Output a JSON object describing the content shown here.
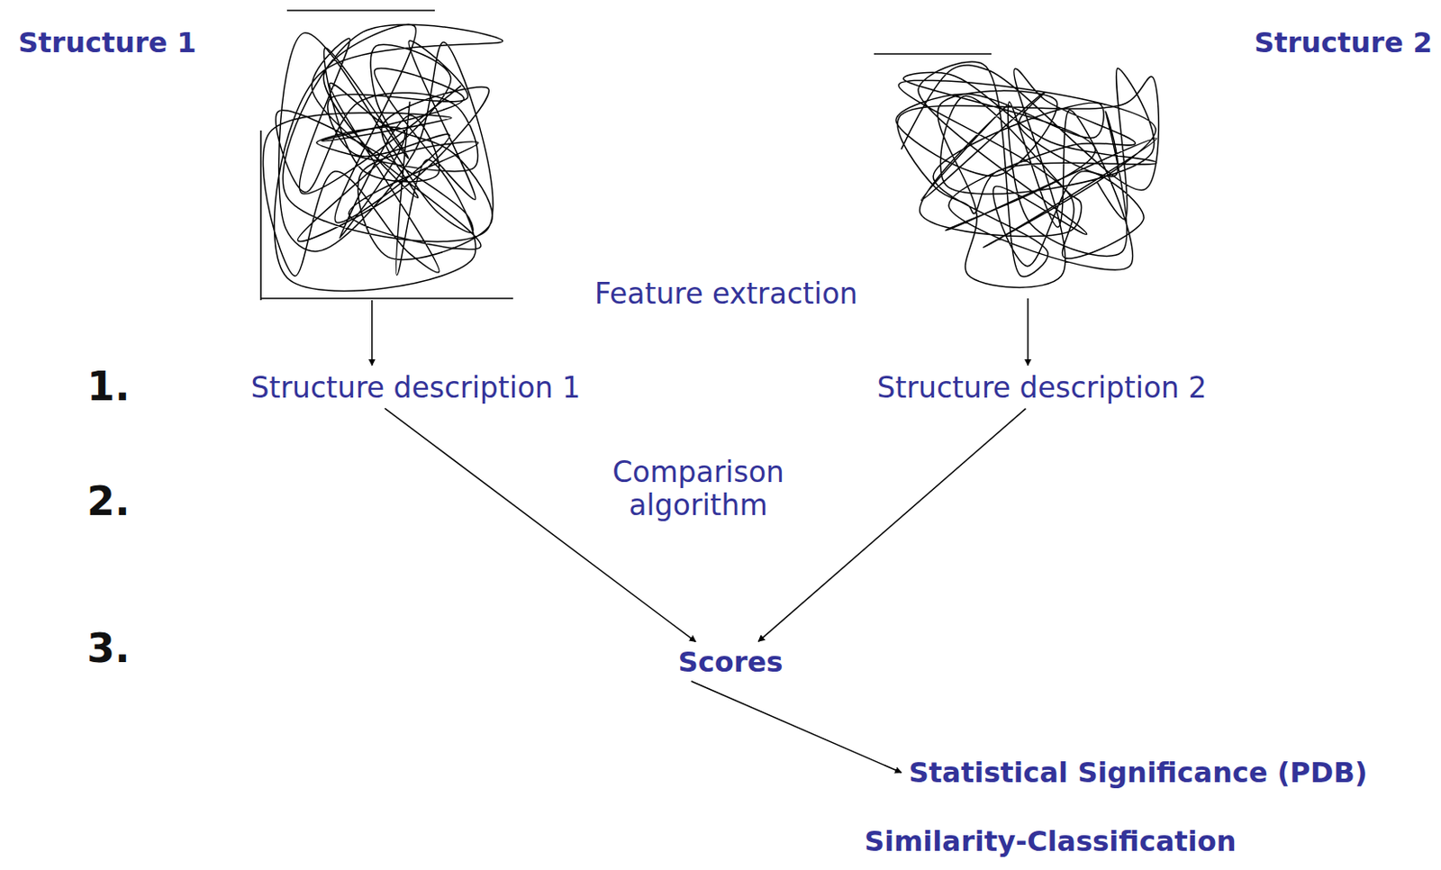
{
  "diagram": {
    "nodes": [
      {
        "text": [
          "Structure 1"
        ]
      },
      {
        "text": [
          "Structure 2"
        ]
      },
      {
        "text": [
          "Structure description 1"
        ]
      },
      {
        "text": [
          "Structure description 2"
        ]
      },
      {
        "text": [
          "Scores"
        ]
      },
      {
        "text": [
          "Statistical Significance (PDB)"
        ]
      }
    ],
    "edges": [
      {
        "from": 0,
        "to": 2,
        "arrow": "to"
      },
      {
        "from": 1,
        "to": 3,
        "arrow": "to"
      },
      {
        "from": 2,
        "to": 4,
        "arrow": "to"
      },
      {
        "from": 3,
        "to": 4,
        "arrow": "to"
      },
      {
        "from": 4,
        "to": 5,
        "arrow": "to"
      }
    ],
    "labels": [
      "Feature extraction",
      "1.",
      "2.",
      "3.",
      "Comparison algorithm",
      "Similarity-Classification"
    ]
  }
}
